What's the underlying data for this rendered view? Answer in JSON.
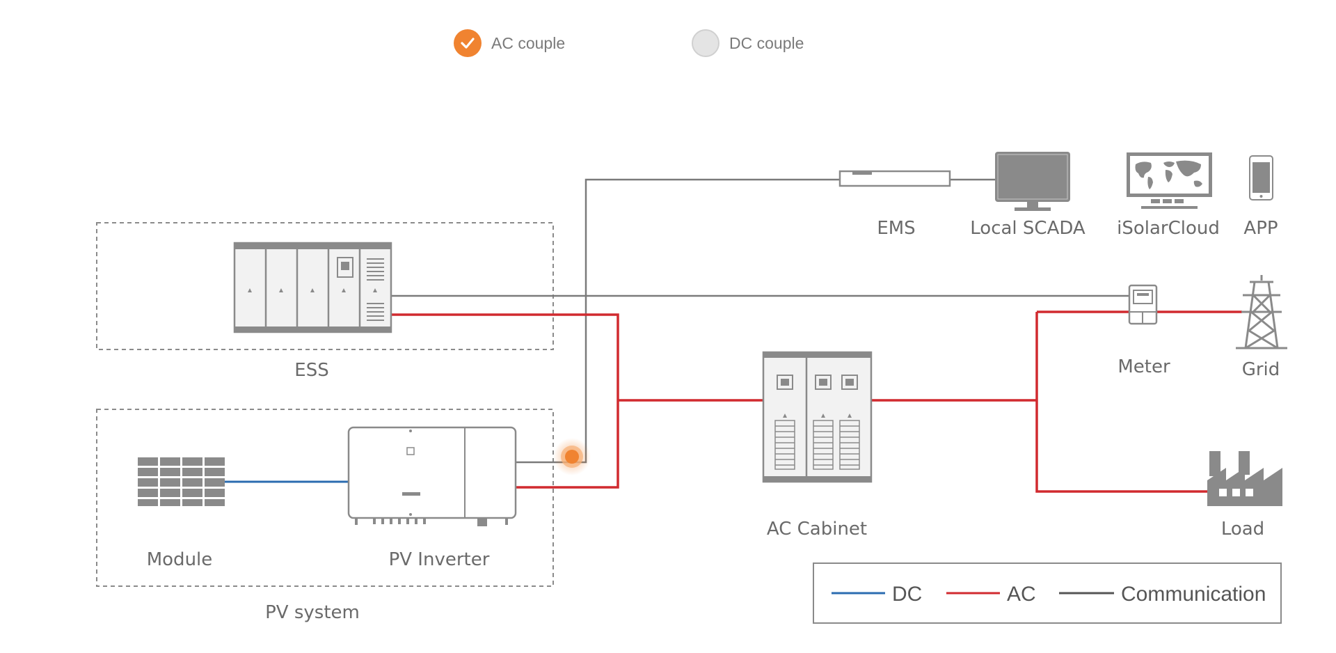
{
  "toggles": {
    "ac": {
      "label": "AC couple",
      "selected": true
    },
    "dc": {
      "label": "DC couple",
      "selected": false
    }
  },
  "labels": {
    "ess": "ESS",
    "module": "Module",
    "pv_inverter": "PV Inverter",
    "pv_system": "PV system",
    "ac_cabinet": "AC Cabinet",
    "ems": "EMS",
    "local_scada": "Local SCADA",
    "isolarcloud": "iSolarCloud",
    "app": "APP",
    "meter": "Meter",
    "grid": "Grid",
    "load": "Load"
  },
  "legend": {
    "dc": "DC",
    "ac": "AC",
    "comm": "Communication"
  },
  "colors": {
    "accent": "#f08330",
    "dc": "#2b6cb0",
    "ac": "#d12a2f",
    "comm": "#7a7a7a",
    "equipment": "#8a8a8a"
  },
  "icons": {
    "selected": "check-icon",
    "ess": "battery-cabinet-icon",
    "module": "solar-panel-icon",
    "inverter": "inverter-icon",
    "ems": "ems-unit-icon",
    "scada": "monitor-icon",
    "cloud": "world-map-monitor-icon",
    "app": "phone-icon",
    "meter": "meter-icon",
    "grid": "transmission-tower-icon",
    "load": "factory-icon",
    "cabinet": "ac-cabinet-icon",
    "hotspot": "hotspot-dot-icon"
  }
}
